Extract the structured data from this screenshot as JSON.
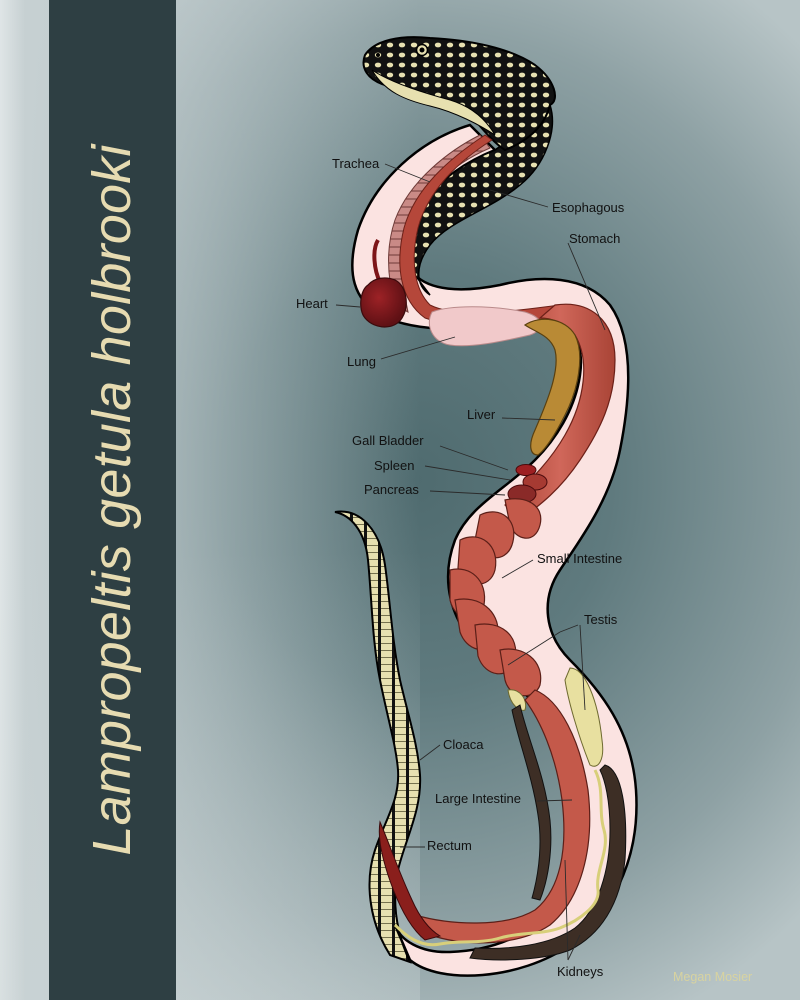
{
  "title": "Lampropeltis getula holbrooki",
  "credit": "Megan Mosier",
  "colors": {
    "banner": "#2e3f43",
    "title_text": "#e6dbb1",
    "body_wall": "#fbe3e1",
    "organ_red": "#c4594a",
    "heart": "#7c1518",
    "liver": "#b98a35",
    "lung": "#f1c9ca",
    "testis": "#e8e0a0",
    "kidneys": "#3d2e25",
    "scale_cream": "#e7e0b0",
    "scale_black": "#111111"
  },
  "labels": {
    "trachea": "Trachea",
    "esophagous": "Esophagous",
    "stomach": "Stomach",
    "heart": "Heart",
    "lung": "Lung",
    "liver": "Liver",
    "gall_bladder": "Gall Bladder",
    "spleen": "Spleen",
    "pancreas": "Pancreas",
    "small_intestine": "Small Intestine",
    "testis": "Testis",
    "cloaca": "Cloaca",
    "large_intestine": "Large Intestine",
    "rectum": "Rectum",
    "kidneys": "Kidneys"
  }
}
